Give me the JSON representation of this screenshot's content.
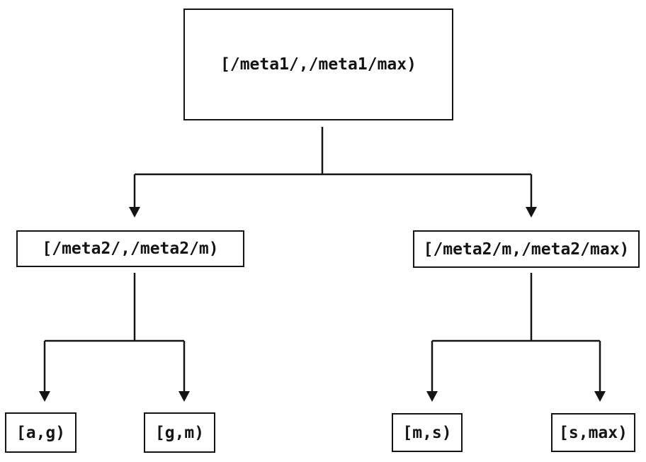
{
  "diagram": {
    "type": "tree",
    "colors": {
      "background": "#ffffff",
      "line": "#141414",
      "text": "#141414"
    },
    "nodes": {
      "root": {
        "label": "[/meta1/,/meta1/max)"
      },
      "left": {
        "label": "[/meta2/,/meta2/m)"
      },
      "right": {
        "label": "[/meta2/m,/meta2/max)"
      },
      "leaf_ag": {
        "label": "[a,g)"
      },
      "leaf_gm": {
        "label": "[g,m)"
      },
      "leaf_ms": {
        "label": "[m,s)"
      },
      "leaf_smax": {
        "label": "[s,max)"
      }
    },
    "edges": [
      {
        "from": "root",
        "to": "left"
      },
      {
        "from": "root",
        "to": "right"
      },
      {
        "from": "left",
        "to": "leaf_ag"
      },
      {
        "from": "left",
        "to": "leaf_gm"
      },
      {
        "from": "right",
        "to": "leaf_ms"
      },
      {
        "from": "right",
        "to": "leaf_smax"
      }
    ]
  }
}
